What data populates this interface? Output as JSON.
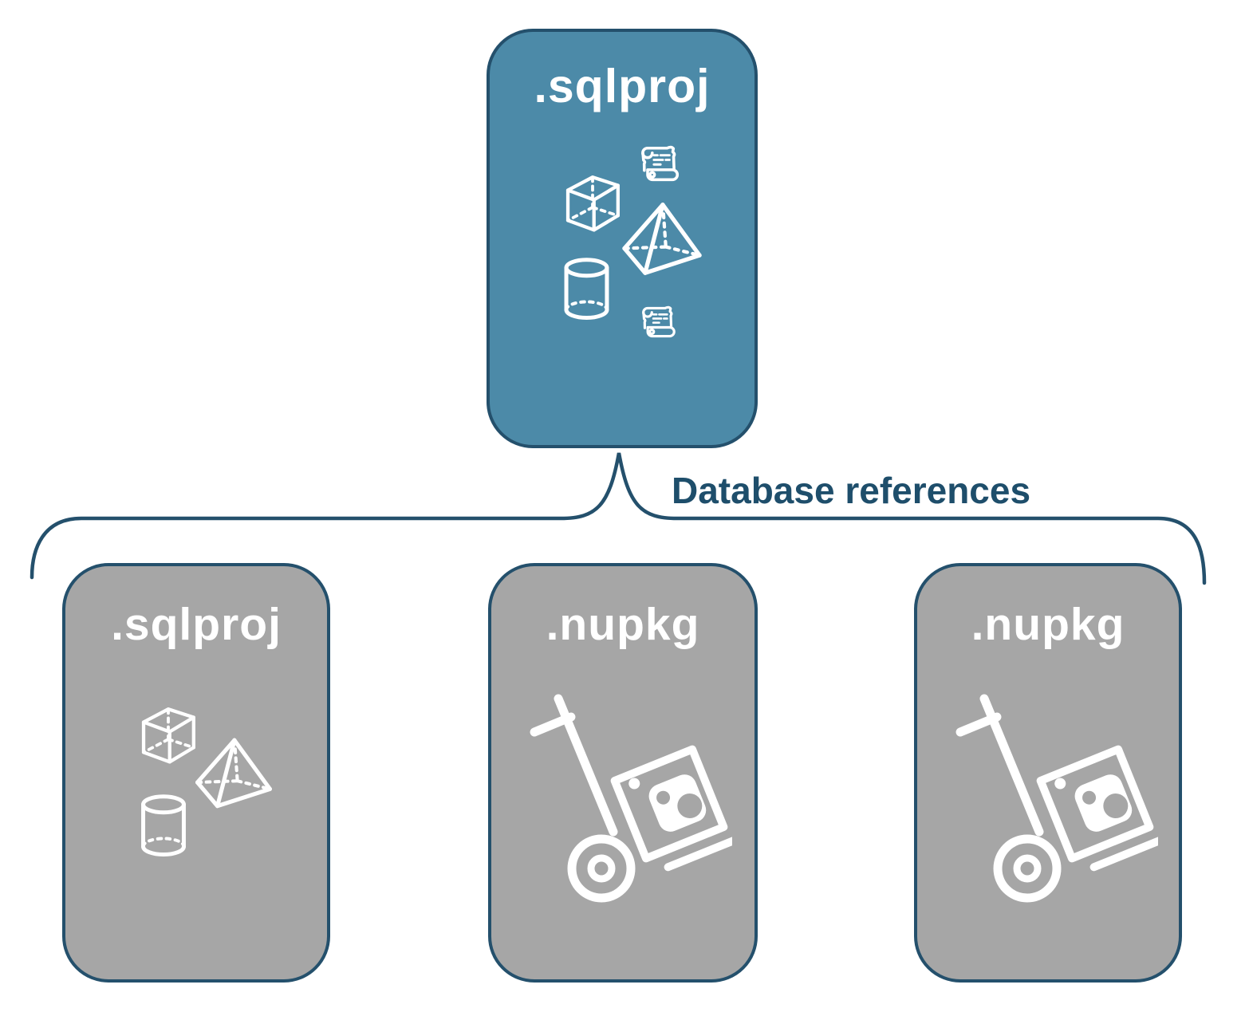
{
  "diagram": {
    "connector_label": "Database references",
    "top_card": {
      "label": ".sqlproj",
      "icons": [
        "cube-icon",
        "script-scroll-icon",
        "pyramid-icon",
        "cylinder-icon",
        "script-scroll-icon"
      ]
    },
    "bottom_cards": [
      {
        "label": ".sqlproj",
        "icons": [
          "cube-icon",
          "pyramid-icon",
          "cylinder-icon"
        ]
      },
      {
        "label": ".nupkg",
        "icons": [
          "nuget-dolly-icon"
        ]
      },
      {
        "label": ".nupkg",
        "icons": [
          "nuget-dolly-icon"
        ]
      }
    ],
    "colors": {
      "accent_teal": "#4c8aa8",
      "outline_navy": "#24506c",
      "label_navy": "#1e4e6b",
      "card_gray": "#a6a6a6",
      "icon_white": "#ffffff",
      "background": "#ffffff"
    }
  }
}
